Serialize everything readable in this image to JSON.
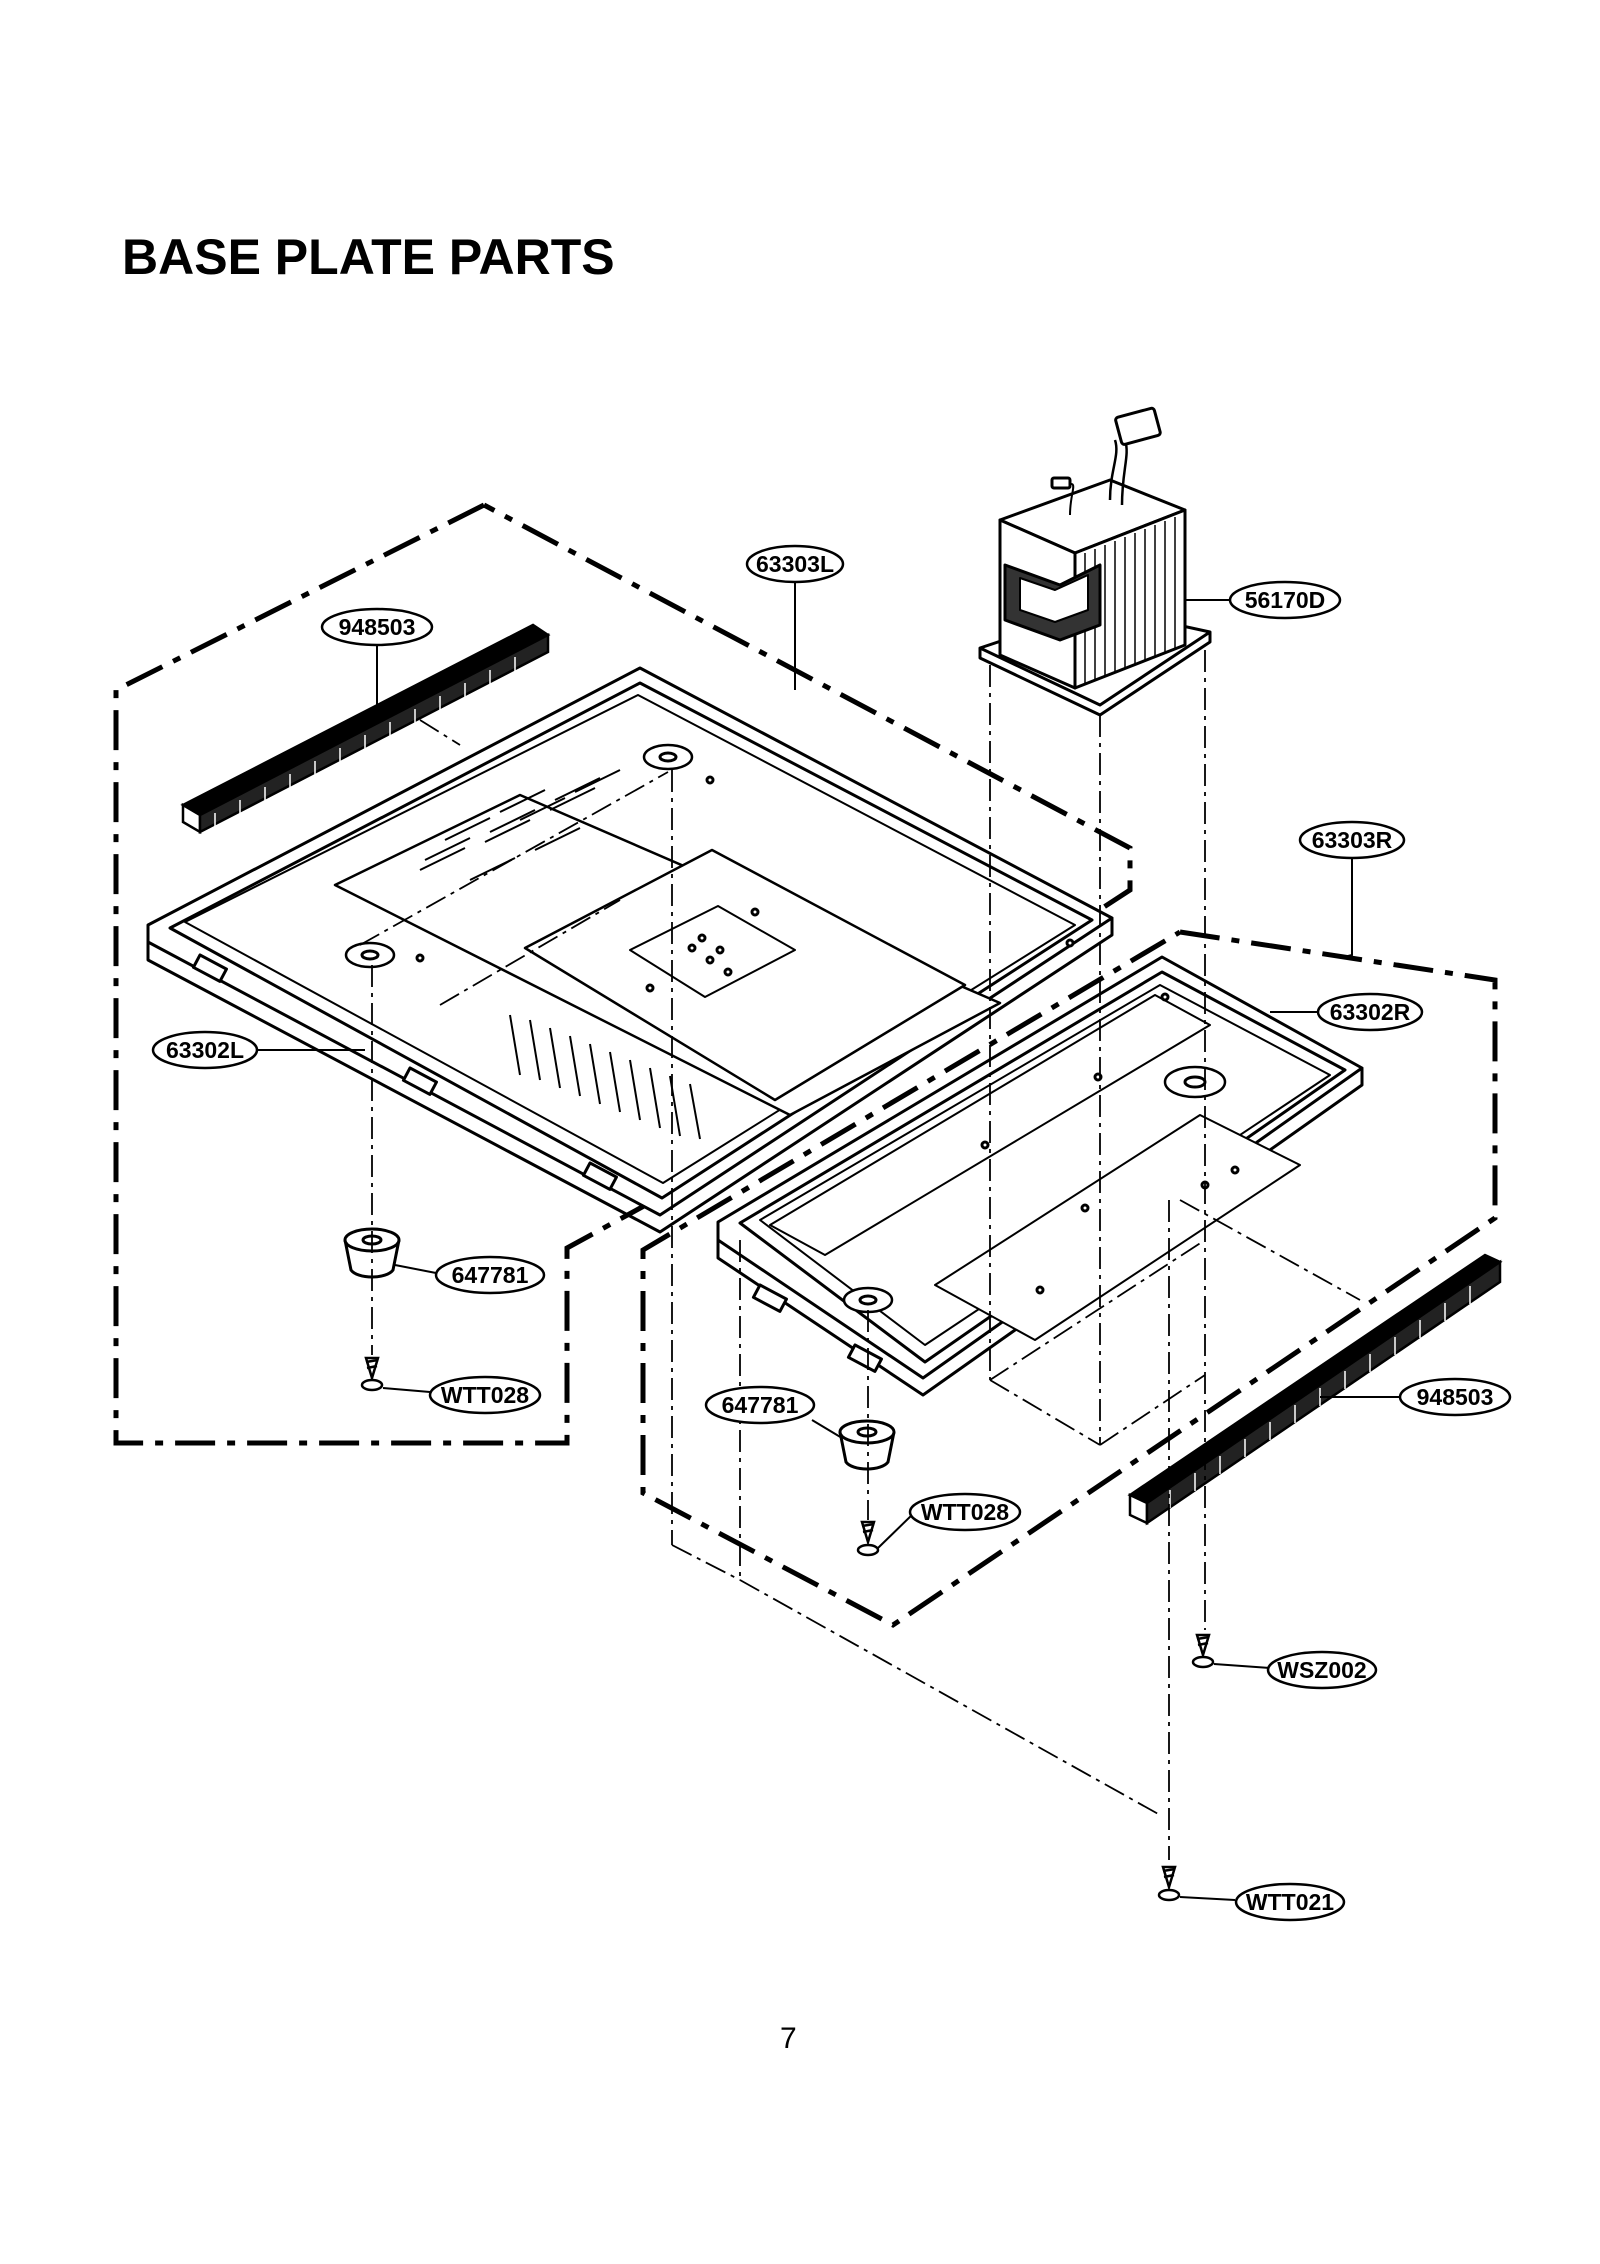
{
  "page": {
    "title": "BASE PLATE PARTS",
    "page_number": "7"
  },
  "parts": {
    "p63303L": "63303L",
    "p948503_top": "948503",
    "p56170D": "56170D",
    "p63303R": "63303R",
    "p63302R": "63302R",
    "p63302L": "63302L",
    "p647781_left": "647781",
    "pWTT028_left": "WTT028",
    "p647781_right": "647781",
    "pWTT028_right": "WTT028",
    "p948503_bottom": "948503",
    "pWSZ002": "WSZ002",
    "pWTT021": "WTT021"
  },
  "colors": {
    "ink": "#000000",
    "paper": "#ffffff"
  }
}
